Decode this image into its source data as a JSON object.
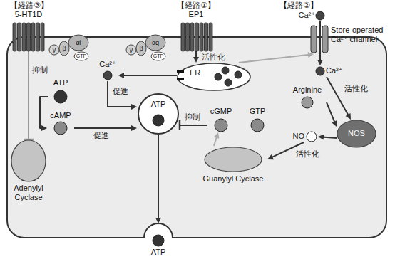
{
  "diagram": {
    "nodes": [
      {
        "text": [
          "5-HT1D"
        ]
      },
      {
        "text": [
          "EP1"
        ]
      },
      {
        "text": [
          "Store-operated Ca²⁺ channel"
        ]
      },
      {
        "text": [
          "Ca²⁺"
        ]
      },
      {
        "text": [
          "ER"
        ]
      },
      {
        "text": [
          "Ca²⁺"
        ]
      },
      {
        "text": [
          "Ca²⁺"
        ]
      },
      {
        "text": [
          "Adenylyl Cyclase"
        ]
      },
      {
        "text": [
          "ATP"
        ]
      },
      {
        "text": [
          "cAMP"
        ]
      },
      {
        "text": [
          "ATP"
        ]
      },
      {
        "text": [
          "Arginine"
        ]
      },
      {
        "text": [
          "NOS"
        ]
      },
      {
        "text": [
          "NO"
        ]
      },
      {
        "text": [
          "cGMP"
        ]
      },
      {
        "text": [
          "GTP"
        ]
      },
      {
        "text": [
          "Guanylyl Cyclase"
        ]
      },
      {
        "text": [
          "ATP"
        ]
      }
    ],
    "edges": [
      {
        "from": 0,
        "to": 7,
        "label": "抑制",
        "arrow": "to"
      },
      {
        "from": 1,
        "to": 4,
        "label": "活性化",
        "arrow": "to"
      },
      {
        "from": 4,
        "to": 5,
        "arrow": "to"
      },
      {
        "from": 4,
        "to": 2,
        "arrow": "to"
      },
      {
        "from": 3,
        "to": 6,
        "arrow": "to"
      },
      {
        "from": 6,
        "to": 12,
        "label": "活性化",
        "arrow": "to"
      },
      {
        "from": 11,
        "to": 12,
        "arrow": "to"
      },
      {
        "from": 12,
        "to": 13,
        "arrow": "to"
      },
      {
        "from": 13,
        "to": 16,
        "label": "活性化",
        "arrow": "to"
      },
      {
        "from": 16,
        "to": 14,
        "arrow": "to"
      },
      {
        "from": 14,
        "to": 10,
        "label": "抑制",
        "arrow": "to"
      },
      {
        "from": 8,
        "to": 9,
        "arrow": "to"
      },
      {
        "from": 9,
        "to": 10,
        "label": "促進",
        "arrow": "to"
      },
      {
        "from": 5,
        "to": 10,
        "label": "促進",
        "arrow": "to"
      },
      {
        "from": 10,
        "to": 17,
        "arrow": "to"
      }
    ],
    "labels": [
      "【経路③】",
      "【経路①】",
      "【経路②】",
      "γ",
      "β",
      "αi",
      "GTP",
      "γ",
      "β",
      "αq",
      "GTP"
    ]
  }
}
